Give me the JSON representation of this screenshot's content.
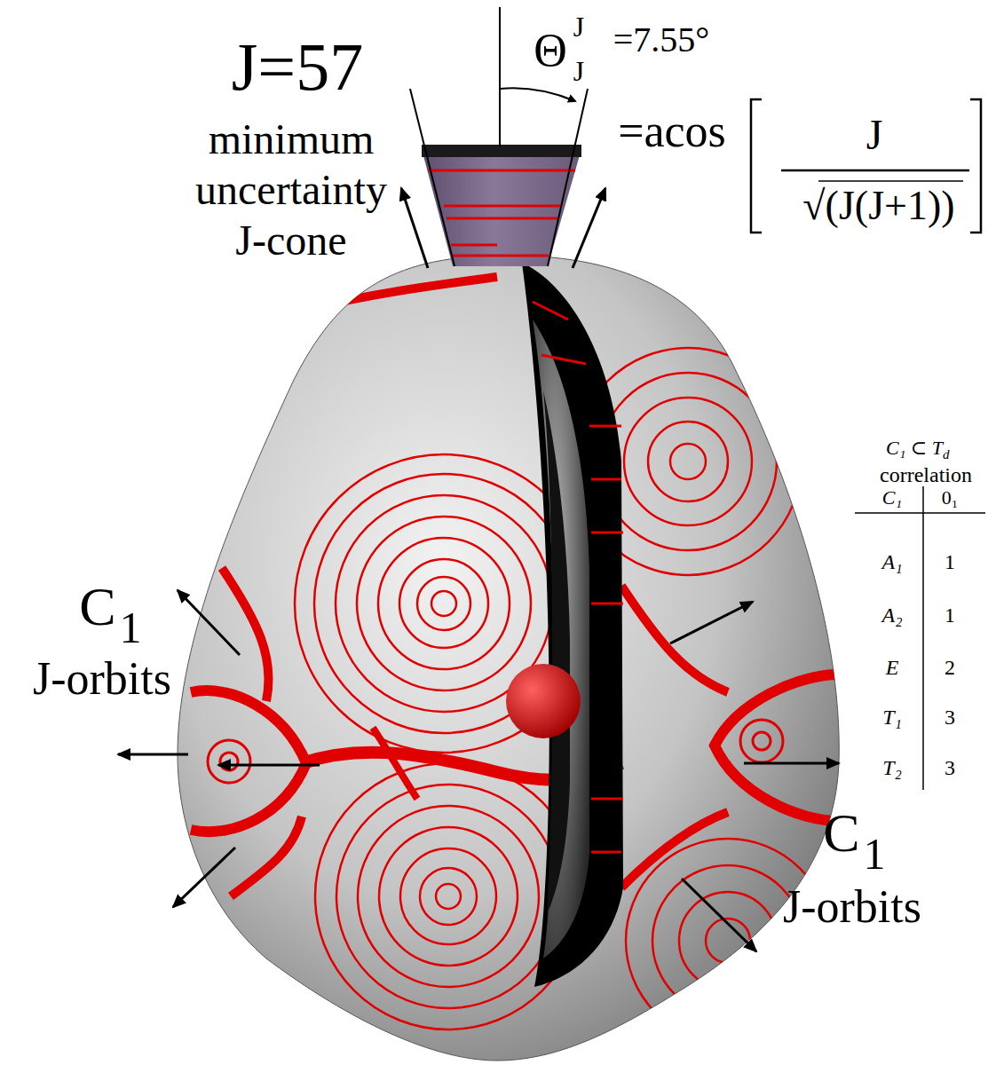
{
  "diagram": {
    "labels": [
      "J=57",
      "minimum uncertainty J-cone",
      "Θ",
      "J",
      "J",
      "=7.55°",
      "=acos",
      "J",
      "√(J(J+1))",
      "C",
      "1",
      "J-orbits",
      "C",
      "1",
      "J-orbits",
      "C₁ ⊂ T",
      "d",
      "correlation",
      "C₁",
      "0₁",
      "A₁",
      "1",
      "A₂",
      "1",
      "E",
      "2",
      "T₁",
      "3",
      "T₂",
      "3"
    ]
  }
}
